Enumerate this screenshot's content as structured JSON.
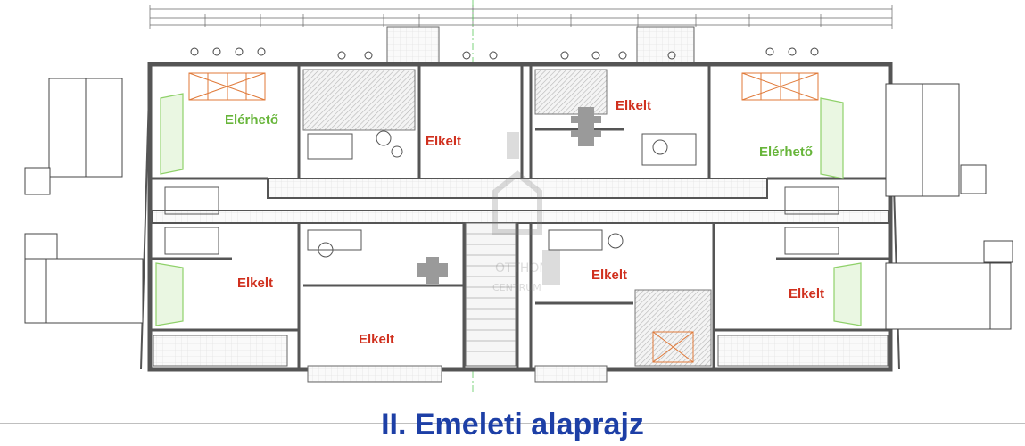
{
  "plan": {
    "units": [
      {
        "id": "unit-north-west",
        "status": "Elérhető"
      },
      {
        "id": "unit-north-center",
        "status": "Elkelt"
      },
      {
        "id": "unit-north-east-upper",
        "status": "Elkelt"
      },
      {
        "id": "unit-north-east",
        "status": "Elérhető"
      },
      {
        "id": "unit-south-west",
        "status": "Elkelt"
      },
      {
        "id": "unit-south-center",
        "status": "Elkelt"
      },
      {
        "id": "unit-south-east-upper",
        "status": "Elkelt"
      },
      {
        "id": "unit-south-east",
        "status": "Elkelt"
      }
    ]
  },
  "colors": {
    "sold": "#d0301e",
    "available": "#67b53a",
    "caption": "#1d3fa6",
    "wall": "#555555",
    "hatch": "#b5b5b5",
    "stairs": "#8fd16a",
    "window_cross": "#e07a3a"
  },
  "caption": "II. Emeleti alaprajz"
}
